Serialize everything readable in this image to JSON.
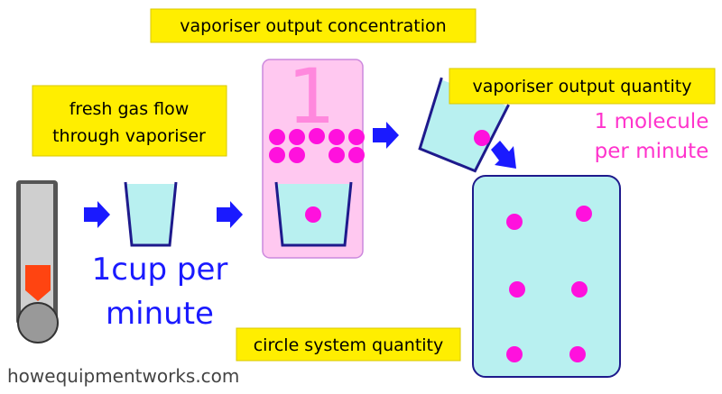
{
  "labels": {
    "vaporiser_output_concentration": "vaporiser output concentration",
    "fresh_gas_flow_line1": "fresh gas flow",
    "fresh_gas_flow_line2": "through vaporiser",
    "vaporiser_output_quantity": "vaporiser output quantity",
    "circle_system_quantity": "circle system quantity",
    "flow_rate_line1": "1cup per",
    "flow_rate_line2": "minute",
    "molecule_rate_line1": "1 molecule",
    "molecule_rate_line2": "per minute",
    "concentration_number": "1",
    "footer": "howequipmentworks.com"
  },
  "colors": {
    "label_box": "#ffee00",
    "water": "#b8f0f0",
    "molecule": "#ff11dd",
    "vaporiser_panel": "#ffc8f0",
    "arrow": "#1a1aff",
    "rotameter_float": "#ff4411"
  }
}
